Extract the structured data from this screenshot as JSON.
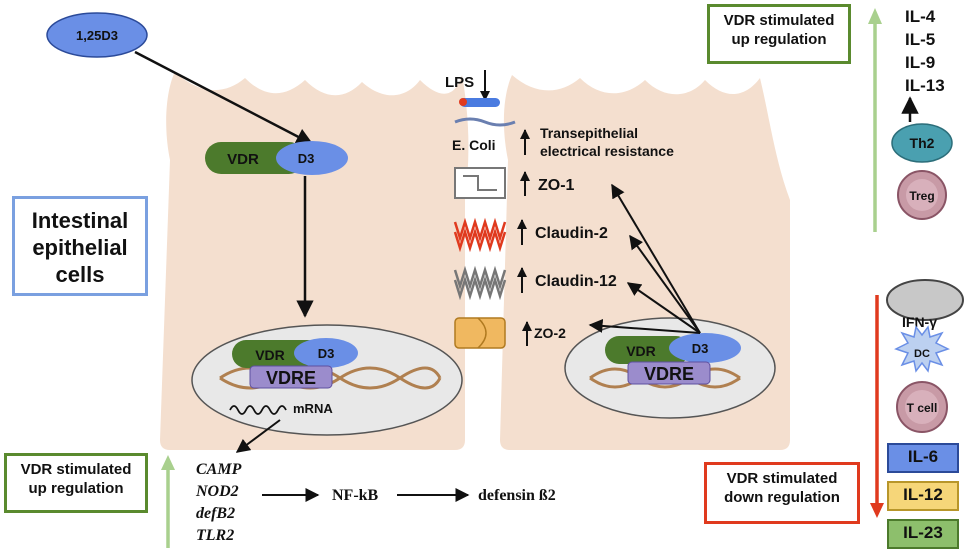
{
  "ligand": "1,25D3",
  "receptor": {
    "vdr": "VDR",
    "d3": "D3"
  },
  "vdre": "VDRE",
  "mrna": "mRNA",
  "cell_label": [
    "Intestinal",
    "epithelial",
    "cells"
  ],
  "bacteria": {
    "lps": "LPS",
    "ecoli": "E. Coli"
  },
  "barrier": {
    "ter_line1": "Transepithelial",
    "ter_line2": "electrical  resistance",
    "zo1": "ZO-1",
    "claudin2": "Claudin-2",
    "claudin12": "Claudin-12",
    "zo2": "ZO-2"
  },
  "genes": [
    "CAMP",
    "NOD2",
    "defB2",
    "TLR2"
  ],
  "pathway": {
    "nfkb": "NF-kB",
    "defensin": "defensin ß2"
  },
  "notes": {
    "up_top": [
      "VDR stimulated",
      "up regulation"
    ],
    "up_bottom": [
      "VDR stimulated",
      "up regulation"
    ],
    "down": [
      "VDR stimulated",
      "down regulation"
    ]
  },
  "th2_cytokines": [
    "IL-4",
    "IL-5",
    "IL-9",
    "IL-13"
  ],
  "cells": {
    "th2": "Th2",
    "treg": "Treg",
    "ifn": "IFN-γ",
    "dc": "DC",
    "tcell": "T cell"
  },
  "down_cytokines": [
    "IL-6",
    "IL-12",
    "IL-23"
  ],
  "colors": {
    "cell_fill": "#f4dfcf",
    "vdr_green": "#4c7a2c",
    "d3_blue": "#6a8fe6",
    "vdre_purple": "#9b8ccc",
    "arrow_up_green": "#a9d08e",
    "arrow_down_red": "#e03a1e",
    "il6": "#6a8fe6",
    "il12": "#f6d679",
    "il23": "#8dbf6c"
  }
}
